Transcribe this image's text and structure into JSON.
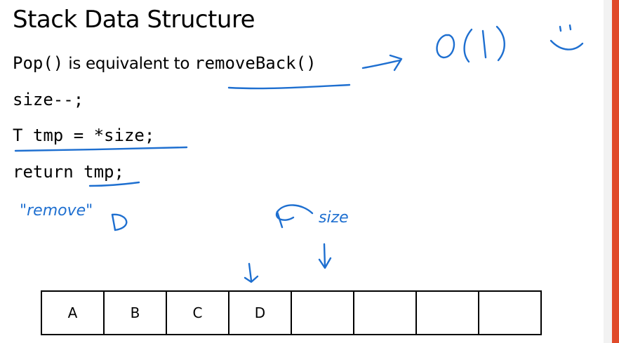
{
  "slide": {
    "title": "Stack Data Structure",
    "line1": {
      "code1": "Pop()",
      "text": " is equivalent to ",
      "code2": "removeBack()"
    },
    "line2": "size--;",
    "line3": "T tmp = *size;",
    "line4": "return tmp;"
  },
  "annotations": {
    "big_o": "O(1)",
    "remove": "\"remove\"",
    "remove_letter": "D",
    "size": "size"
  },
  "array": {
    "cells": [
      "A",
      "B",
      "C",
      "D",
      "",
      "",
      "",
      ""
    ]
  },
  "colors": {
    "ink": "#1e6fd0",
    "accent_bar": "#e04a2a"
  }
}
